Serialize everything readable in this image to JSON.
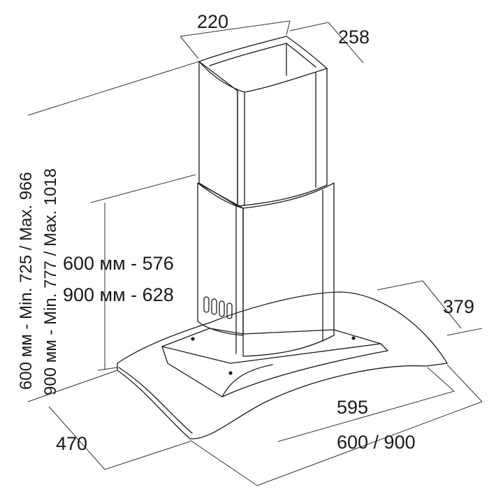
{
  "diagram": {
    "dimensions": {
      "chimney_width": "220",
      "chimney_depth": "258",
      "canopy_depth": "379",
      "hood_depth": "470",
      "glass_width": "595",
      "hood_width": "600 / 900"
    },
    "lower_height": {
      "line1": "600 мм - 576",
      "line2": "900 мм - 628"
    },
    "total_height": {
      "line1": "600 мм - Min. 725 / Max. 966",
      "line2": "900 мм - Min. 777 / Max. 1018"
    }
  }
}
